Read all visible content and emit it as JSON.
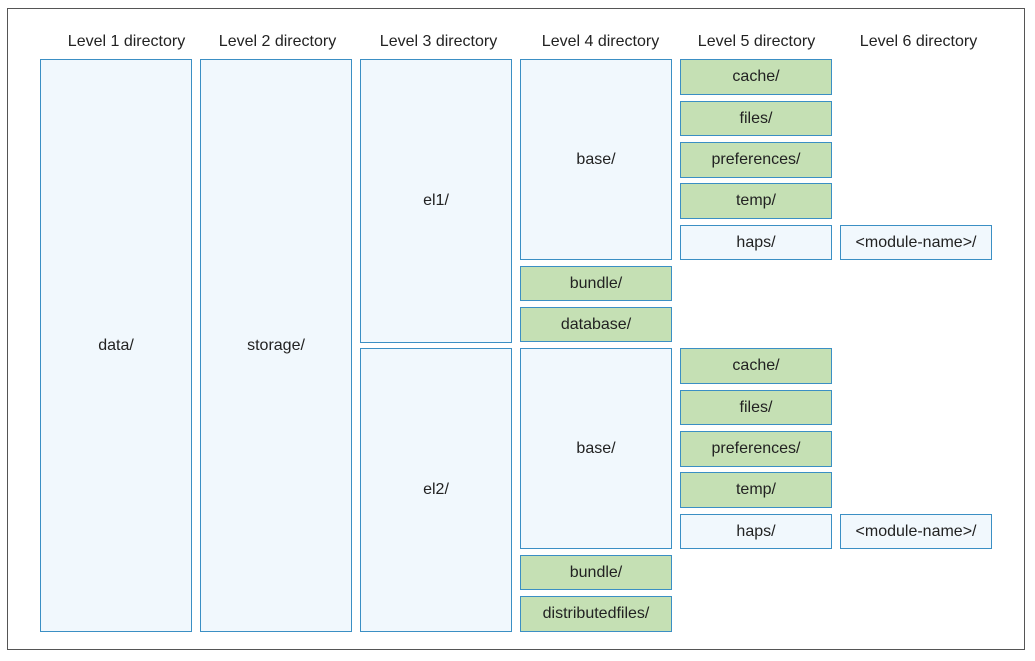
{
  "headers": [
    "Level 1 directory",
    "Level 2 directory",
    "Level 3 directory",
    "Level 4 directory",
    "Level 5 directory",
    "Level 6 directory"
  ],
  "level1": {
    "data": "data/"
  },
  "level2": {
    "storage": "storage/"
  },
  "level3": {
    "el1": "el1/",
    "el2": "el2/"
  },
  "level4": {
    "el1": {
      "base": "base/",
      "bundle": "bundle/",
      "database": "database/"
    },
    "el2": {
      "base": "base/",
      "bundle": "bundle/",
      "distributedfiles": "distributedfiles/"
    }
  },
  "level5": {
    "el1": {
      "cache": "cache/",
      "files": "files/",
      "preferences": "preferences/",
      "temp": "temp/",
      "haps": "haps/"
    },
    "el2": {
      "cache": "cache/",
      "files": "files/",
      "preferences": "preferences/",
      "temp": "temp/",
      "haps": "haps/"
    }
  },
  "level6": {
    "el1": {
      "module": "<module-name>/"
    },
    "el2": {
      "module": "<module-name>/"
    }
  },
  "colors": {
    "border": "#3b8fc4",
    "light_fill": "#f1f8fd",
    "green_fill": "#c5e0b4",
    "frame": "#555555"
  }
}
